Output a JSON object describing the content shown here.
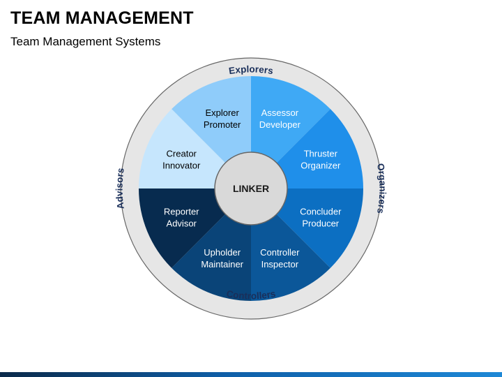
{
  "title": "TEAM MANAGEMENT",
  "subtitle": "Team Management Systems",
  "center": {
    "label": "LINKER"
  },
  "groups": {
    "top": "Explorers",
    "right": "Organizers",
    "bottom": "Controllers",
    "left": "Advisors"
  },
  "segments": [
    {
      "line1": "Assessor",
      "line2": "Developer",
      "color": "#3fa9f5",
      "text_color": "#ffffff"
    },
    {
      "line1": "Thruster",
      "line2": "Organizer",
      "color": "#1f8fea",
      "text_color": "#ffffff"
    },
    {
      "line1": "Concluder",
      "line2": "Producer",
      "color": "#0c6fc2",
      "text_color": "#ffffff"
    },
    {
      "line1": "Controller",
      "line2": "Inspector",
      "color": "#0b5799",
      "text_color": "#ffffff"
    },
    {
      "line1": "Upholder",
      "line2": "Maintainer",
      "color": "#0a4478",
      "text_color": "#ffffff"
    },
    {
      "line1": "Reporter",
      "line2": "Advisor",
      "color": "#072b4f",
      "text_color": "#ffffff"
    },
    {
      "line1": "Creator",
      "line2": "Innovator",
      "color": "#c6e6fd",
      "text_color": "#000000"
    },
    {
      "line1": "Explorer",
      "line2": "Promoter",
      "color": "#8fccfa",
      "text_color": "#000000"
    }
  ],
  "colors": {
    "outer_ring": "#e6e6e6",
    "ring_border": "#666666",
    "center_fill": "#d9d9d9"
  }
}
